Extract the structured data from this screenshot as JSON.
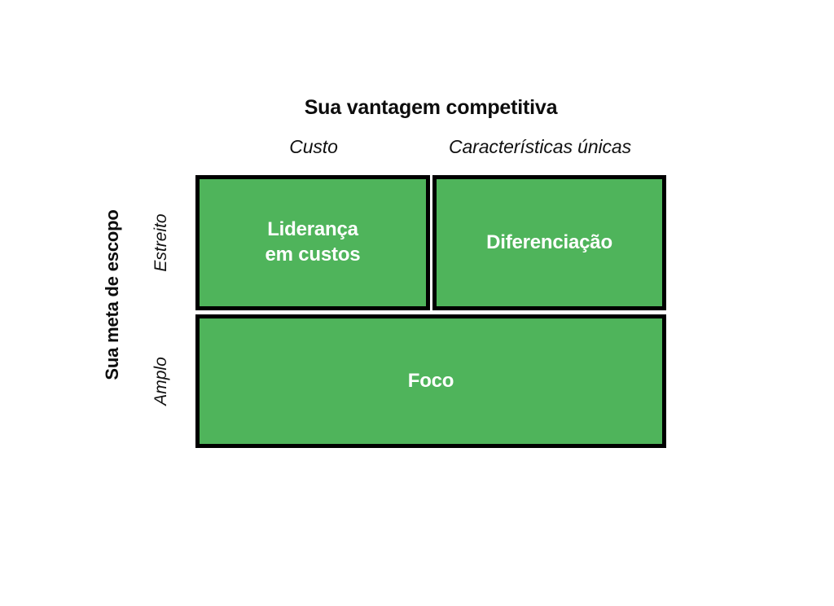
{
  "diagram": {
    "title": "Sua vantagem competitiva",
    "x_axis": {
      "label": "Sua vantagem competitiva",
      "categories": [
        "Custo",
        "Características únicas"
      ]
    },
    "y_axis": {
      "label": "Sua meta de escopo",
      "categories": [
        "Estreito",
        "Amplo"
      ]
    },
    "cells": [
      {
        "id": "cost-leadership",
        "label": "Liderança\nem custos",
        "row": "Estreito",
        "column": "Custo"
      },
      {
        "id": "differentiation",
        "label": "Diferenciação",
        "row": "Estreito",
        "column": "Características únicas"
      },
      {
        "id": "focus",
        "label": "Foco",
        "row": "Amplo",
        "column": "Custo + Características únicas"
      }
    ],
    "colors": {
      "cell_fill": "#4FB45B",
      "cell_border": "#000000",
      "cell_text": "#FFFFFF",
      "label_text": "#0D0D0D",
      "background": "#FFFFFF"
    }
  }
}
